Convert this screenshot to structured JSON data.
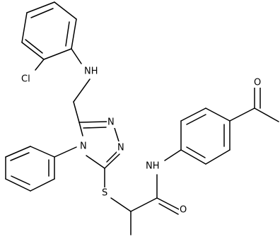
{
  "labels": {
    "cl": "Cl",
    "nh_amine": "NH",
    "n_triazole_4": "N",
    "n_triazole_1": "N",
    "n_triazole_2": "N",
    "s": "S",
    "o_amide": "O",
    "nh_amide": "NH",
    "o_acetyl": "O"
  }
}
